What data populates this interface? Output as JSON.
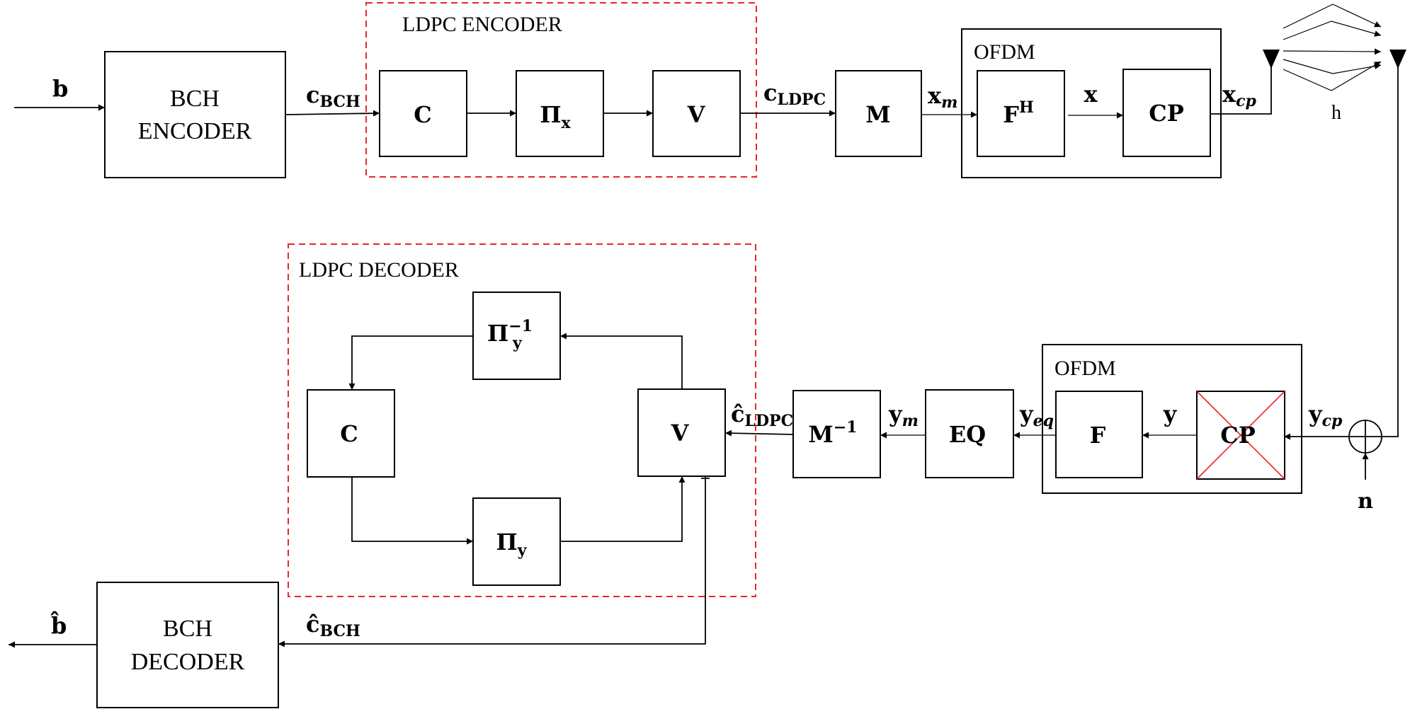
{
  "encoder": {
    "input_label": "b",
    "bch_line1": "BCH",
    "bch_line2": "ENCODER",
    "c_bch_main": "c",
    "c_bch_sub": "BCH",
    "ldpc_title": "LDPC ENCODER",
    "c_block": "C",
    "pi_main": "Π",
    "pi_sub": "x",
    "v_block": "V",
    "c_ldpc_main": "c",
    "c_ldpc_sub": "LDPC",
    "m_block": "M",
    "xm_main": "x",
    "xm_sub": "m",
    "ofdm_title": "OFDM",
    "fh_main": "F",
    "fh_sup": "H",
    "x_label": "x",
    "cp_block": "CP",
    "xcp_main": "x",
    "xcp_sub": "cp"
  },
  "channel": {
    "h_label": "h",
    "n_label": "n"
  },
  "decoder": {
    "ycp_main": "y",
    "ycp_sub": "cp",
    "ofdm_title": "OFDM",
    "cp_block": "CP",
    "y_label": "y",
    "f_block": "F",
    "yeq_main": "y",
    "yeq_sub": "eq",
    "eq_block": "EQ",
    "ym_main": "y",
    "ym_sub": "m",
    "minv_main": "M",
    "minv_sup": "−1",
    "chat_ldpc_main": "ĉ",
    "chat_ldpc_sub": "LDPC",
    "ldpc_title": "LDPC DECODER",
    "v_block": "V",
    "piy_inv_main": "Π",
    "piy_inv_sub": "y",
    "piy_inv_sup": "−1",
    "c_block": "C",
    "piy_main": "Π",
    "piy_sub": "y",
    "chat_bch_main": "ĉ",
    "chat_bch_sub": "BCH",
    "bch_line1": "BCH",
    "bch_line2": "DECODER",
    "output_label": "b̂"
  },
  "colors": {
    "ldpc_box": "#e8262a",
    "cp_cross": "#e8262a"
  }
}
